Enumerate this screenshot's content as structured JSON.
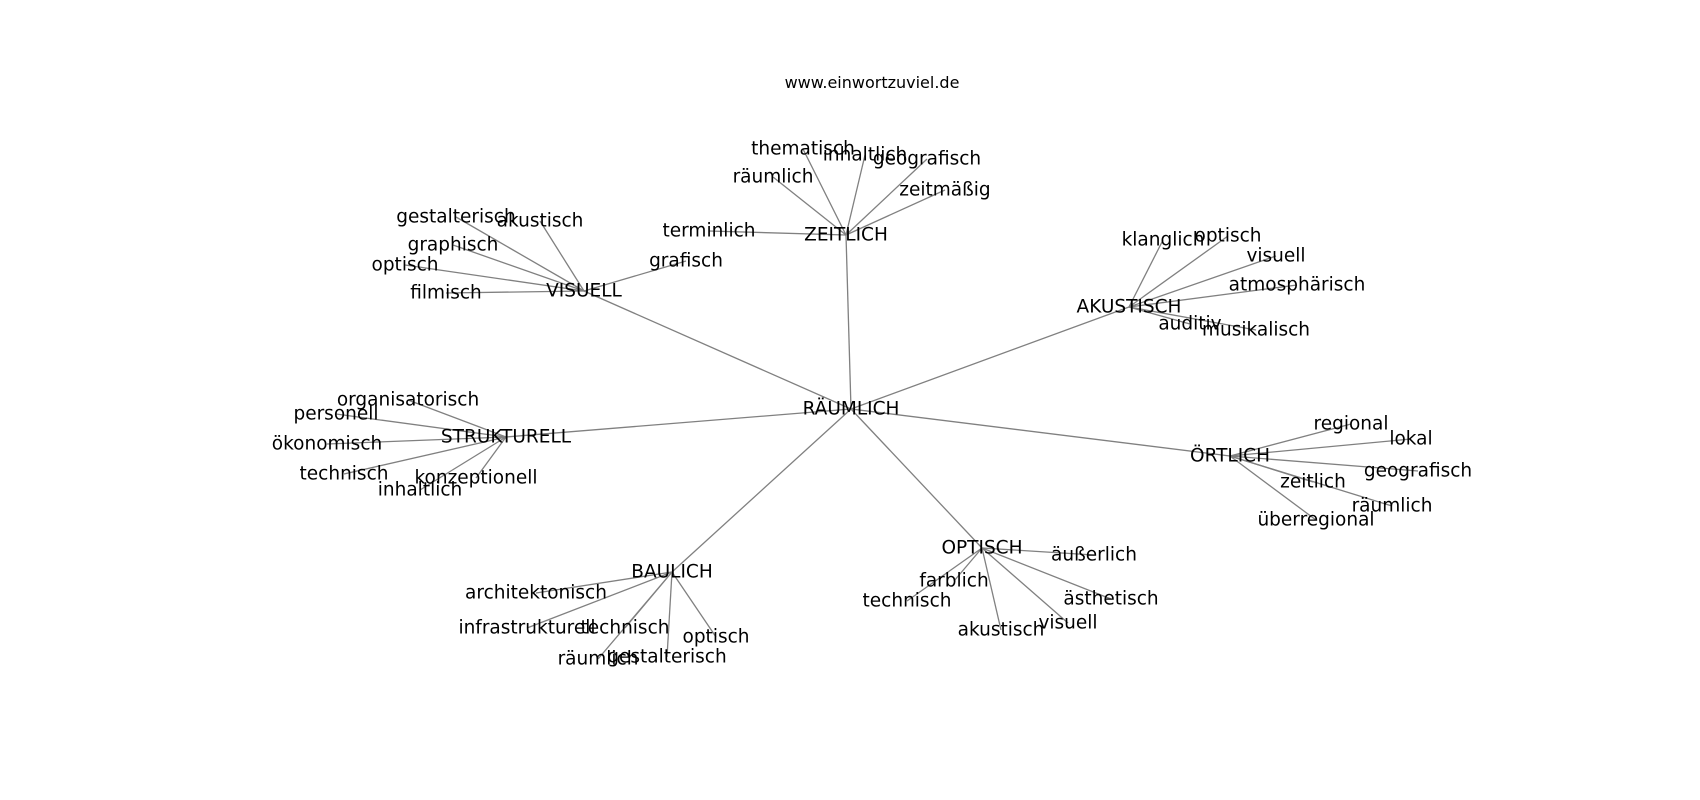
{
  "header": {
    "site": "www.einwortzuviel.de"
  },
  "graph": {
    "center": "RÄUMLICH",
    "clusters": [
      {
        "key": "zeitlich",
        "label": "ZEITLICH",
        "leaves": [
          "thematisch",
          "inhaltlich",
          "geografisch",
          "räumlich",
          "zeitmäßig",
          "terminlich"
        ]
      },
      {
        "key": "visuell",
        "label": "VISUELL",
        "leaves": [
          "gestalterisch",
          "akustisch",
          "graphisch",
          "optisch",
          "filmisch",
          "grafisch"
        ]
      },
      {
        "key": "akustisch",
        "label": "AKUSTISCH",
        "leaves": [
          "klanglich",
          "optisch",
          "visuell",
          "atmosphärisch",
          "auditiv",
          "musikalisch"
        ]
      },
      {
        "key": "strukturell",
        "label": "STRUKTURELL",
        "leaves": [
          "organisatorisch",
          "personell",
          "ökonomisch",
          "technisch",
          "konzeptionell",
          "inhaltlich"
        ]
      },
      {
        "key": "oertlich",
        "label": "ÖRTLICH",
        "leaves": [
          "regional",
          "lokal",
          "geografisch",
          "zeitlich",
          "räumlich",
          "überregional"
        ]
      },
      {
        "key": "optisch",
        "label": "OPTISCH",
        "leaves": [
          "äußerlich",
          "farblich",
          "technisch",
          "ästhetisch",
          "visuell",
          "akustisch"
        ]
      },
      {
        "key": "baulich",
        "label": "BAULICH",
        "leaves": [
          "architektonisch",
          "infrastrukturell",
          "technisch",
          "optisch",
          "räumlich",
          "gestalterisch"
        ]
      }
    ]
  }
}
